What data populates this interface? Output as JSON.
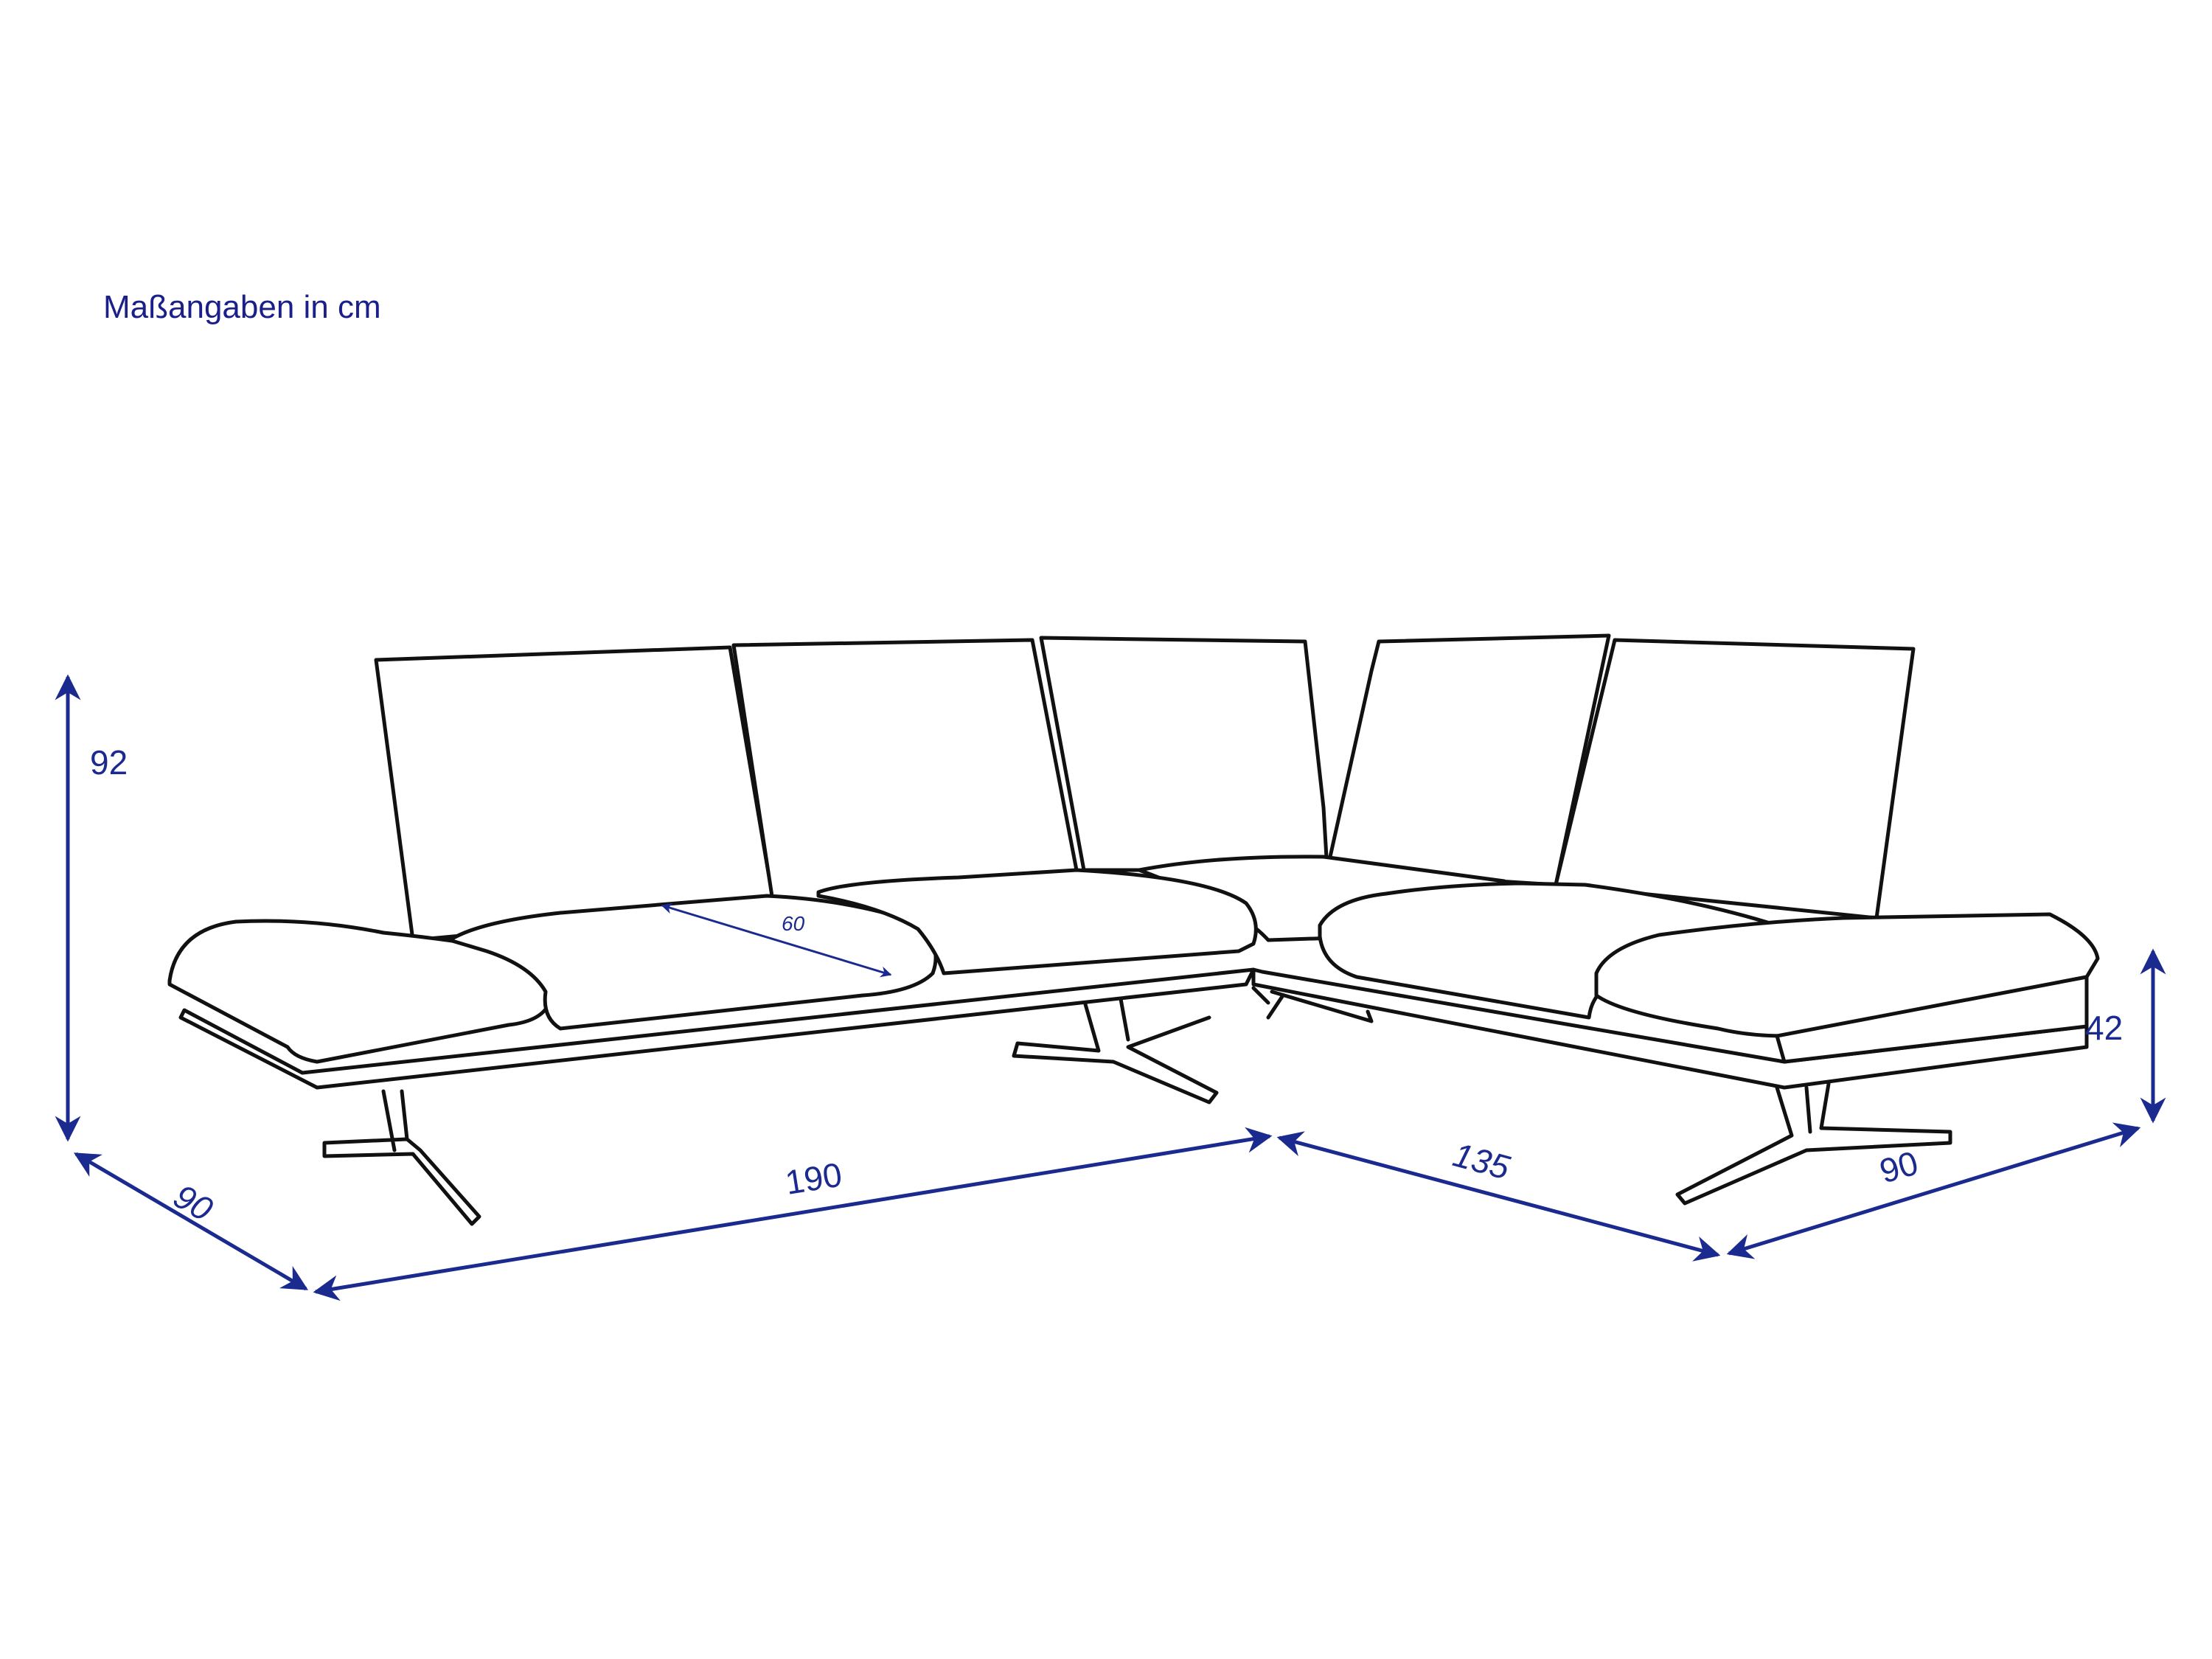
{
  "caption": "Maßangaben in cm",
  "dimensions": {
    "height_total": "92",
    "depth_left": "90",
    "width_left": "190",
    "width_right": "135",
    "depth_right": "90",
    "seat_height": "42",
    "seat_depth": "60"
  },
  "colors": {
    "dimension": "#1b2a8f",
    "outline": "#111111",
    "background": "#ffffff"
  }
}
